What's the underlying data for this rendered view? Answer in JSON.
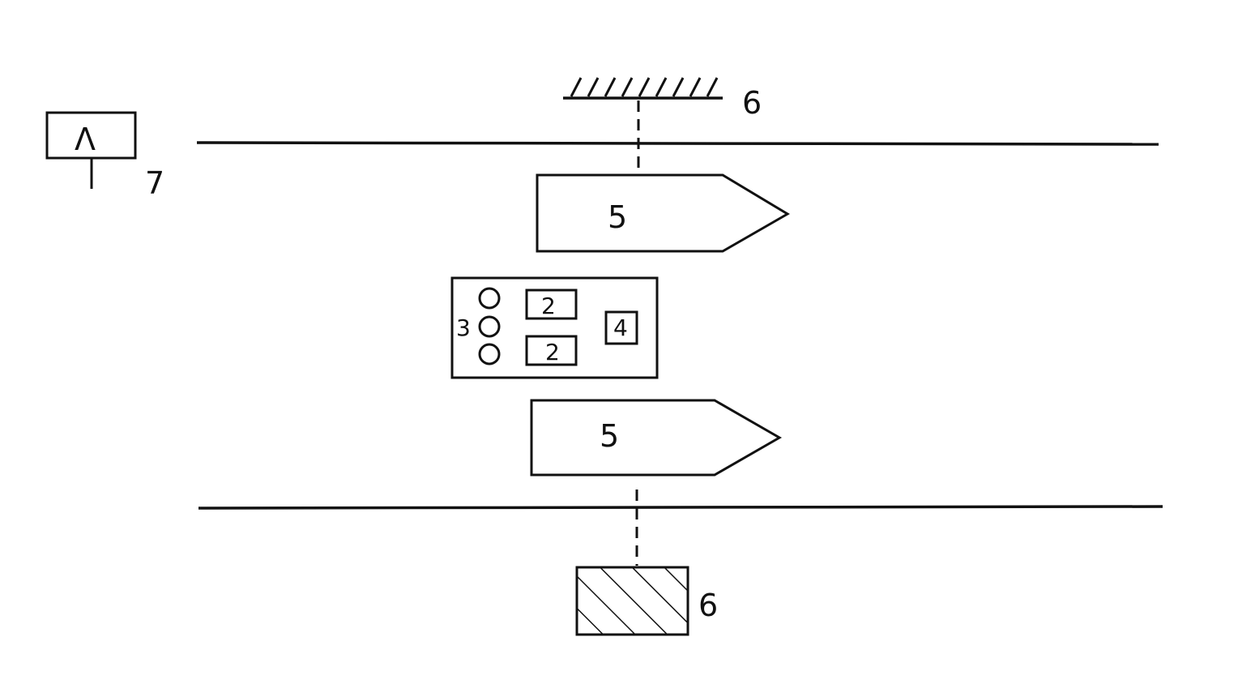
{
  "labels": {
    "fixed_obstacle": "6",
    "vehicle_upper": "5",
    "vehicle_lower": "5",
    "box_item_a": "2",
    "box_item_b": "2",
    "circles_group": "3",
    "box_item_c": "4",
    "lower_obstacle": "6",
    "sign_ref": "7",
    "sign_symbol": "Λ"
  },
  "colors": {
    "ink": "#111111",
    "background": "#ffffff"
  }
}
